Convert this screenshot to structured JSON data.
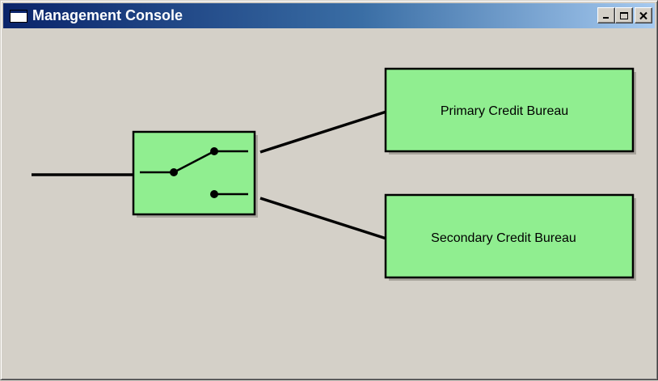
{
  "window": {
    "title": "Management Console",
    "icon": "window-icon"
  },
  "title_buttons": {
    "minimize_icon": "minimize-icon",
    "maximize_icon": "maximize-icon",
    "close_icon": "close-icon"
  },
  "diagram": {
    "switch_icon": "switch-icon",
    "nodes": {
      "primary": "Primary Credit Bureau",
      "secondary": "Secondary Credit Bureau"
    },
    "colors": {
      "node_fill": "#90ee90",
      "stroke": "#000000",
      "background": "#d4d0c8"
    }
  }
}
